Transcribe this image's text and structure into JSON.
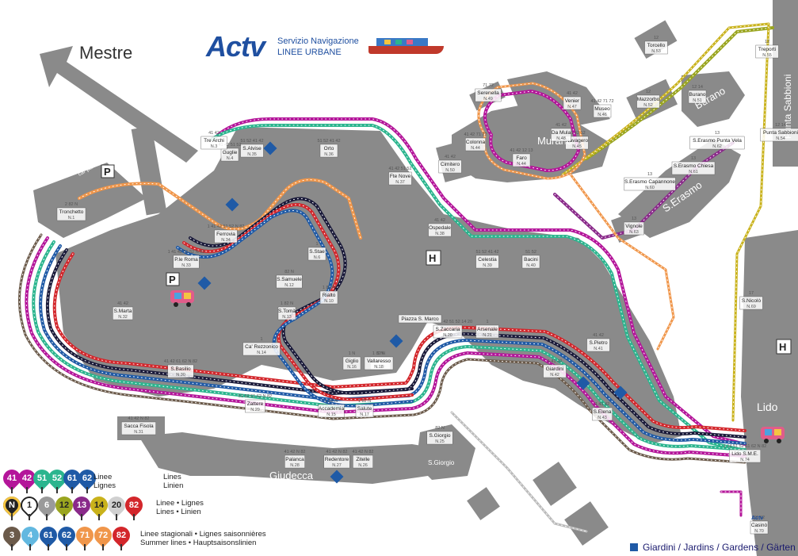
{
  "logo": {
    "brand": "Actv",
    "service": "Servizio Navigazione",
    "lines": "LINEE URBANE"
  },
  "areas": {
    "mestre": "Mestre",
    "murano": "Murano",
    "burano": "Burano",
    "punta_sabbioni": "Punta Sabbioni",
    "s_erasmo": "S.Erasmo",
    "lido": "Lido",
    "giudecca": "Giudecca",
    "s_giorgio": "S.Giorgio",
    "car_park": "car park"
  },
  "stops": [
    {
      "name": "S.Alvise",
      "num": "N.35",
      "lines": "51 52 41 42"
    },
    {
      "name": "Orto",
      "num": "N.36",
      "lines": "51 52 41 42"
    },
    {
      "name": "Fte Nove",
      "num": "N.37",
      "lines": "41 42 51 52"
    },
    {
      "name": "Ospedale",
      "num": "N.38",
      "lines": "41 42"
    },
    {
      "name": "Celestia",
      "num": "N.39",
      "lines": "51 52 41 42"
    },
    {
      "name": "Bacini",
      "num": "N.40",
      "lines": "51 52"
    },
    {
      "name": "S.Pietro",
      "num": "N.41",
      "lines": "41 42"
    },
    {
      "name": "Giardini",
      "num": "N.42",
      "lines": "1 41 42"
    },
    {
      "name": "S.Elena",
      "num": "N.43",
      "lines": "1 41 42"
    },
    {
      "name": "Arsenale",
      "num": "N.21",
      "lines": "1"
    },
    {
      "name": "S.Zaccaria",
      "num": "N.20",
      "lines": "1 82 N 41 42 51 52 14 20"
    },
    {
      "name": "S.Marco",
      "num": "N.19",
      "lines": "1 N"
    },
    {
      "name": "Vallaresso",
      "num": "N.18",
      "lines": "1 82 N"
    },
    {
      "name": "Giglio",
      "num": "N.16",
      "lines": "1 N"
    },
    {
      "name": "Salute",
      "num": "N.17",
      "lines": "1 82 N"
    },
    {
      "name": "Accademia",
      "num": "N.15",
      "lines": "1 82 N"
    },
    {
      "name": "Zattere",
      "num": "N.29",
      "lines": "51 52 61 62 N 82"
    },
    {
      "name": "S.Basilio",
      "num": "N.30",
      "lines": "41 42 61 62 N 82"
    },
    {
      "name": "Sacca Fisola",
      "num": "N.31",
      "lines": "41 42 N 82"
    },
    {
      "name": "Palanca",
      "num": "N.28",
      "lines": "41 42 N 82"
    },
    {
      "name": "Redentore",
      "num": "N.27",
      "lines": "41 42 N 82"
    },
    {
      "name": "Zitelle",
      "num": "N.26",
      "lines": "41 42 N 82"
    },
    {
      "name": "S.Giorgio",
      "num": "N.25",
      "lines": "82 N"
    },
    {
      "name": "S.Marta",
      "num": "N.32",
      "lines": "41 42"
    },
    {
      "name": "P.le Roma",
      "num": "N.33",
      "lines": "1 41 42 51 52 N 82"
    },
    {
      "name": "Ferrovia",
      "num": "N.34",
      "lines": "1 41 42 51 52 N 82"
    },
    {
      "name": "Tronchetto",
      "num": "N.1",
      "lines": "2 82 N"
    },
    {
      "name": "Guglie",
      "num": "N.4",
      "lines": "41 42 51 52"
    },
    {
      "name": "Tre Archi",
      "num": "N.3",
      "lines": "41 42"
    },
    {
      "name": "S.Stae",
      "num": "N.6",
      "lines": "1"
    },
    {
      "name": "Rialto",
      "num": "N.10",
      "lines": "1 82 N"
    },
    {
      "name": "S.Tomà",
      "num": "N.13",
      "lines": "1 82 N"
    },
    {
      "name": "Ca' Rezzonico",
      "num": "N.14",
      "lines": "1"
    },
    {
      "name": "S.Samuele",
      "num": "N.12",
      "lines": "82 N"
    },
    {
      "name": "Lido S.M.E.",
      "num": "N.74",
      "lines": "1 14 51 52 61 62 N 82"
    },
    {
      "name": "Casinò",
      "num": "N.70",
      "lines": "61 62"
    },
    {
      "name": "S.Nicolò",
      "num": "N.69",
      "lines": "17"
    },
    {
      "name": "Colonna",
      "num": "N.44",
      "lines": "41 42 71 72"
    },
    {
      "name": "Faro",
      "num": "N.44",
      "lines": "41 42 12 13"
    },
    {
      "name": "Navagero",
      "num": "N.45",
      "lines": "41 42 12"
    },
    {
      "name": "Museo",
      "num": "N.46",
      "lines": "41 42 71 72"
    },
    {
      "name": "Venier",
      "num": "N.47",
      "lines": "41 42"
    },
    {
      "name": "Da Mula",
      "num": "N.48",
      "lines": "41 42"
    },
    {
      "name": "Serenella",
      "num": "N.49",
      "lines": "71 72"
    },
    {
      "name": "Cimitero",
      "num": "N.50",
      "lines": "41 42"
    },
    {
      "name": "Burano",
      "num": "N.51",
      "lines": "12 14"
    },
    {
      "name": "Mazzorbo",
      "num": "N.52",
      "lines": "12"
    },
    {
      "name": "Torcello",
      "num": "N.53",
      "lines": "12"
    },
    {
      "name": "Punta Sabbioni",
      "num": "N.54",
      "lines": "12 14"
    },
    {
      "name": "Treporti",
      "num": "N.55",
      "lines": "12"
    },
    {
      "name": "S.Erasmo Capannone",
      "num": "N.60",
      "lines": "13"
    },
    {
      "name": "S.Erasmo Chiesa",
      "num": "N.61",
      "lines": "13"
    },
    {
      "name": "S.Erasmo Punta Vela",
      "num": "N.62",
      "lines": "13"
    },
    {
      "name": "Vignole",
      "num": "N.63",
      "lines": "13"
    },
    {
      "name": "Piazza S. Marco",
      "num": "",
      "lines": ""
    }
  ],
  "legend": {
    "row1": {
      "numbers": [
        "41",
        "42",
        "51",
        "52",
        "61",
        "62"
      ],
      "text_a": "Linee",
      "text_b": "Lignes",
      "text_c": "Lines",
      "text_d": "Linien"
    },
    "row2": {
      "numbers": [
        "N",
        "1",
        "6",
        "12",
        "13",
        "14",
        "20",
        "82"
      ],
      "text_a": "Linee",
      "text_b": "Lignes",
      "text_c": "Lines",
      "text_d": "Linien"
    },
    "row3": {
      "numbers": [
        "3",
        "4",
        "61",
        "62",
        "71",
        "72",
        "82"
      ],
      "text_a": "Linee stagionali",
      "text_b": "Lignes saisonnières",
      "text_c": "Summer lines",
      "text_d": "Hauptsaisonslinien"
    }
  },
  "gardens_legend": "Giardini / Jardins / Gardens / Gärten",
  "footer_credit": "Actv",
  "colors": {
    "land": "#8a8a8a",
    "land_dark": "#6f6f6f",
    "water": "#ffffff",
    "c41": "#b4159a",
    "c42": "#b4159a",
    "c51": "#2bb58e",
    "c52": "#2bb58e",
    "c61": "#1f5aa6",
    "c62": "#1f5aa6",
    "cN": "#1a1a3a",
    "c1": "#ffffff",
    "c82": "#d3262b",
    "c12": "#9aa51f",
    "c13": "#8a2a8a",
    "c14": "#c9b21b",
    "c20": "#bbbbbb",
    "c71": "#f0964a",
    "c3": "#6b5a4a",
    "c4": "#62b8e0",
    "garden": "#1f5aa6"
  }
}
